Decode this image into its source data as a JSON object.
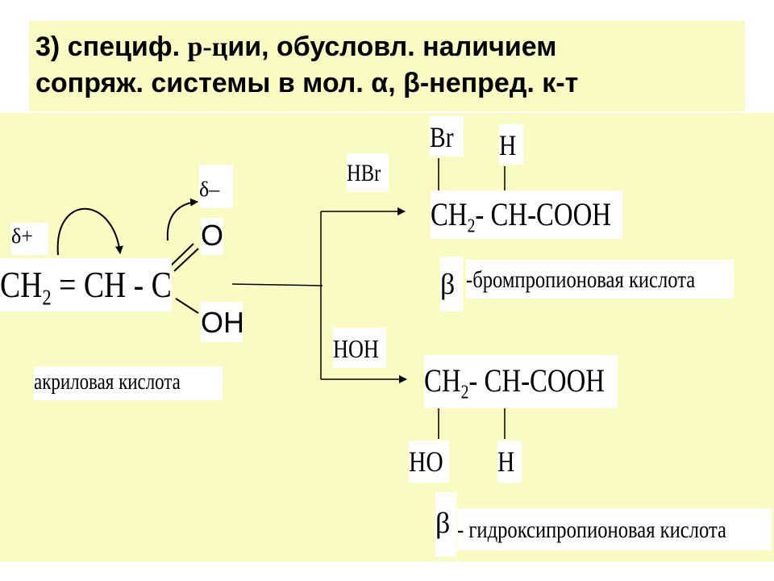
{
  "title": {
    "part1": "3) специф. ",
    "part2": "р-ц",
    "part3": "ии, обусловл. наличием",
    "line2": "сопряж. системы в мол. α, β-непред. к-т"
  },
  "reactant": {
    "ch2": "CH",
    "ch2_sub": "2",
    "rest": " = CH -  C",
    "oxygen": "O",
    "hydroxyl": "OH",
    "delta_plus": "δ+",
    "delta_minus": "δ–",
    "name": "акриловая кислота"
  },
  "reagents": {
    "hbr": "HBr",
    "hoh": "HOH"
  },
  "product1": {
    "br": "Br",
    "h": "H",
    "ch2": "CH",
    "ch2_sub": "2",
    "rest": "- CH-COOH",
    "beta": "β",
    "name": "-бромпропионовая кислота"
  },
  "product2": {
    "ch2": "CH",
    "ch2_sub": "2",
    "rest": "- CH-COOH",
    "ho": "HO",
    "h": "H",
    "beta": "β",
    "name": "- гидроксипропионовая кислота"
  },
  "colors": {
    "panel": "#fafbc2",
    "text": "#000000"
  }
}
